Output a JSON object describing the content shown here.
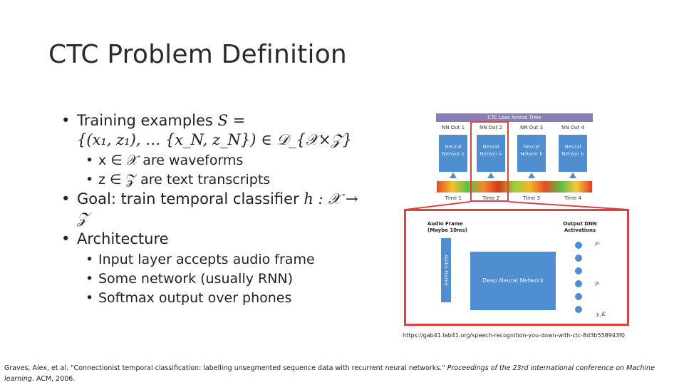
{
  "slide": {
    "title": "CTC Problem Definition",
    "bullets": {
      "b1_text": "Training examples ",
      "b1_math1": "S =",
      "b1_math2": "{(x₁, z₁), … {x_N, z_N}) ∈ 𝒟_{𝒳×𝒵}",
      "sub1": "x ∈ 𝒳 are waveforms",
      "sub2": "z ∈ 𝒵 are text transcripts",
      "b2_text": "Goal: train temporal classifier ",
      "b2_math": "h : 𝒳 →",
      "b2_cont": "𝒵",
      "b3_text": "Architecture",
      "sub3": "Input layer accepts audio frame",
      "sub4": "Some network (usually RNN)",
      "sub5": "Softmax output over phones"
    },
    "diagram": {
      "top_title": "CTC Loss Across Time",
      "out_labels": [
        "NN Out 1",
        "NN Out 2",
        "NN Out 3",
        "NN Out 4"
      ],
      "nn_labels": [
        "Neural Networ k",
        "Neural Networ k",
        "Neural Networ k",
        "Neural Networ k"
      ],
      "time_labels": [
        "Time 1",
        "Time 2",
        "Time 3",
        "Time 4"
      ],
      "audio_frame_label": "Audio Frame (Maybe 10ms)",
      "output_label": "Output DNN Activations",
      "input_bar_label": "Audio Frame",
      "dnn_label": "Deep Neural Network",
      "y_labels": [
        "y₀",
        "yₖ",
        "y_K"
      ]
    },
    "url": "https://gab41.lab41.org/speech-recognition-you-down-with-ctc-8d3b558943f0",
    "citation_plain": "Graves, Alex, et al. \"Connectionist temporal classification: labelling unsegmented sequence data with recurrent neural networks.\" ",
    "citation_italic": "Proceedings of the 23rd international conference on Machine learning",
    "citation_end": ". ACM, 2006."
  }
}
